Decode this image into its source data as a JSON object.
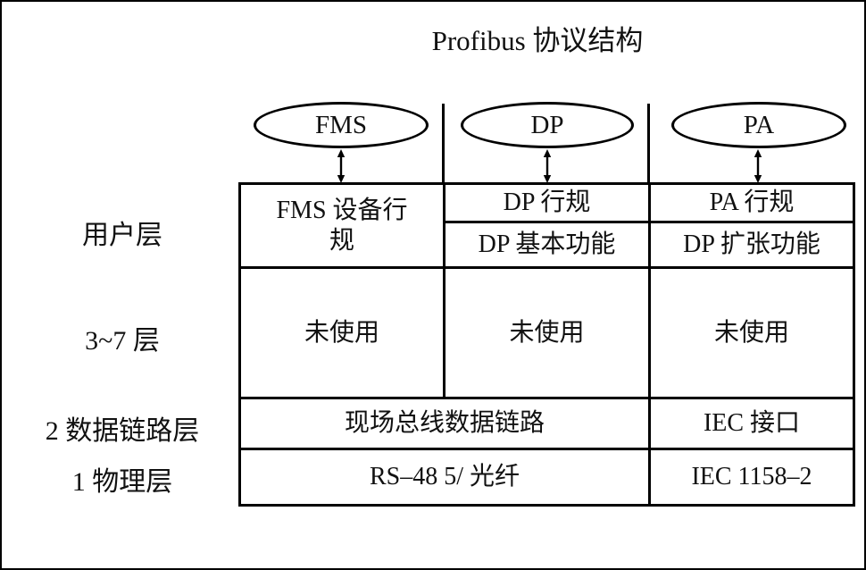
{
  "title": "Profibus 协议结构",
  "colors": {
    "line": "#000000",
    "background": "#ffffff"
  },
  "protocol_bubbles": [
    {
      "label": "FMS"
    },
    {
      "label": "DP"
    },
    {
      "label": "PA"
    }
  ],
  "layer_labels": [
    {
      "label": "用户层"
    },
    {
      "label": "3~7 层"
    },
    {
      "label": "2 数据链路层"
    },
    {
      "label": "1 物理层"
    }
  ],
  "table": {
    "user_layer": {
      "fms_device_profile": "FMS 设备行规",
      "dp_profile": "DP 行规",
      "pa_profile": "PA 行规",
      "dp_basic_functions": "DP 基本功能",
      "dp_extended_functions": "DP 扩张功能"
    },
    "layers_3_7": {
      "fms_unused": "未使用",
      "dp_unused": "未使用",
      "pa_unused": "未使用"
    },
    "data_link_layer": {
      "fieldbus_data_link": "现场总线数据链路",
      "iec_interface": "IEC 接口"
    },
    "physical_layer": {
      "rs485_fiber": "RS–48 5/ 光纤",
      "iec_1158_2": "IEC 1158–2"
    }
  }
}
